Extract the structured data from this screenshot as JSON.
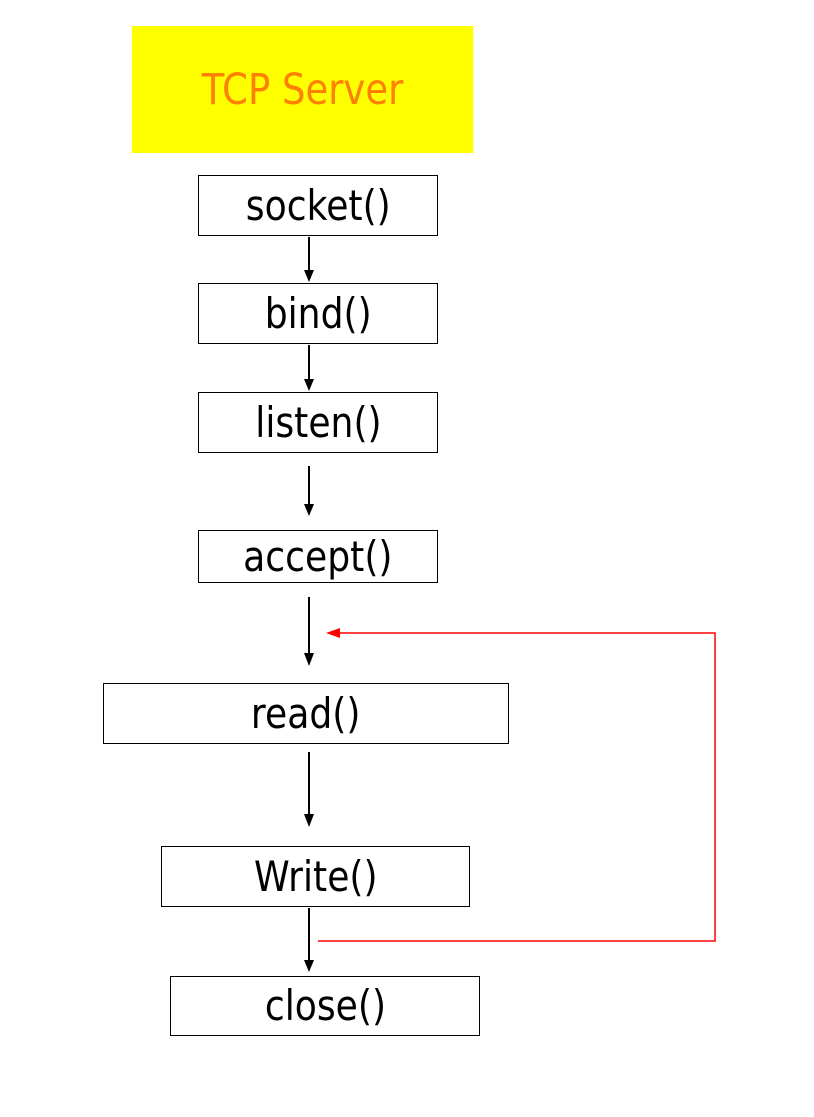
{
  "title": "TCP Server",
  "steps": {
    "socket": "socket()",
    "bind": "bind()",
    "listen": "listen()",
    "accept": "accept()",
    "read": "read()",
    "write": "Write()",
    "close": "close()"
  },
  "colors": {
    "title_background": "#ffff00",
    "title_text": "#ff8000",
    "flow_arrow": "#000000",
    "loop_arrow": "#ff0000"
  }
}
